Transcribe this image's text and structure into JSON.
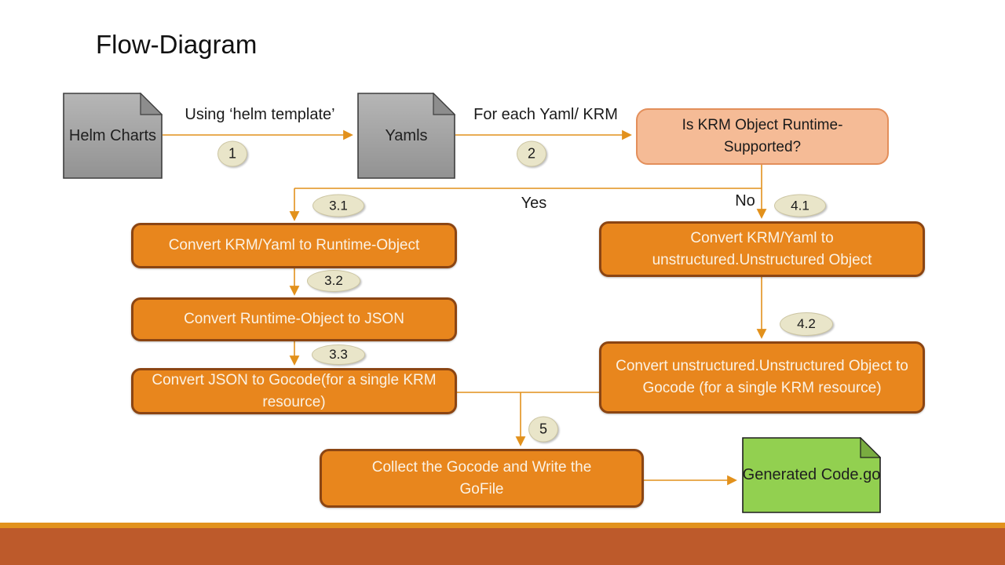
{
  "title": "Flow-Diagram",
  "nodes": {
    "helm_charts": "Helm Charts",
    "yamls": "Yamls",
    "decision": "Is KRM Object Runtime-Supported?",
    "convert_runtime": "Convert KRM/Yaml to Runtime-Object",
    "convert_json": "Convert Runtime-Object to JSON",
    "convert_gocode": "Convert JSON to Gocode(for a single KRM resource)",
    "convert_unstructured": "Convert KRM/Yaml to unstructured.Unstructured Object",
    "convert_unstructured_gocode": "Convert unstructured.Unstructured Object to Gocode (for a single KRM resource)",
    "collect_gocode": "Collect the Gocode and Write the GoFile",
    "generated_code": "Generated Code.go"
  },
  "edges": {
    "using_helm_template": "Using ‘helm template’",
    "for_each_yaml": "For each Yaml/ KRM",
    "yes": "Yes",
    "no": "No"
  },
  "steps": {
    "s1": "1",
    "s2": "2",
    "s31": "3.1",
    "s32": "3.2",
    "s33": "3.3",
    "s41": "4.1",
    "s42": "4.2",
    "s5": "5"
  },
  "colors": {
    "connector": "#E2911C",
    "process_fill": "#E8861D",
    "process_border": "#8B4513",
    "process_text": "#FBF2E4",
    "decision_fill": "#F5BB96",
    "decision_border": "#E38F5B",
    "data_fill_top": "#B6B6B6",
    "data_fill_bottom": "#929292",
    "data_fold": "#8D8D8D",
    "data_border": "#3E3E3E",
    "result_fill": "#92D050",
    "result_fold": "#79AC40",
    "result_border": "#1F1F1F",
    "badge_fill": "#E9E5C9",
    "badge_border": "#CCC5A2",
    "footer_strip": "#E2921D",
    "footer_bar": "#BD5A2B"
  }
}
